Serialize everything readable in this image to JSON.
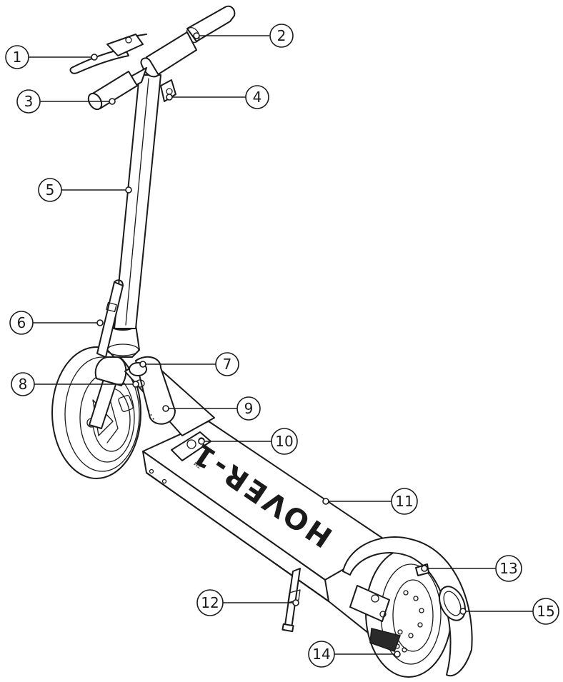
{
  "brand": {
    "logo": "HOVER-1",
    "trademark": "TM"
  },
  "callouts": [
    {
      "id": "c1",
      "label": "1"
    },
    {
      "id": "c2",
      "label": "2"
    },
    {
      "id": "c3",
      "label": "3"
    },
    {
      "id": "c4",
      "label": "4"
    },
    {
      "id": "c5",
      "label": "5"
    },
    {
      "id": "c6",
      "label": "6"
    },
    {
      "id": "c7",
      "label": "7"
    },
    {
      "id": "c8",
      "label": "8"
    },
    {
      "id": "c9",
      "label": "9"
    },
    {
      "id": "c10",
      "label": "10"
    },
    {
      "id": "c11",
      "label": "11"
    },
    {
      "id": "c12",
      "label": "12"
    },
    {
      "id": "c13",
      "label": "13"
    },
    {
      "id": "c14",
      "label": "14"
    },
    {
      "id": "c15",
      "label": "15"
    }
  ]
}
